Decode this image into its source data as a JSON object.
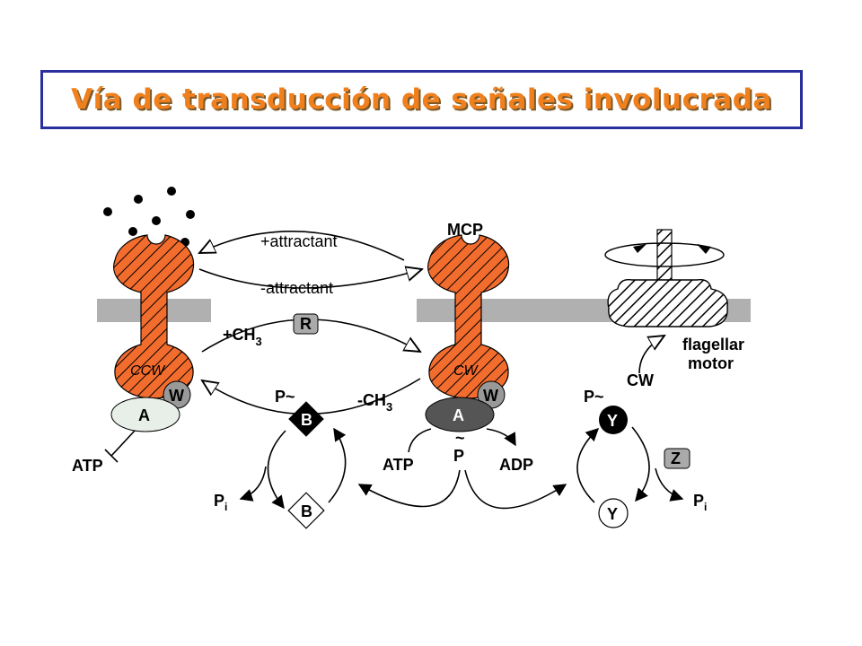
{
  "title": "Vía de transducción de señales involucrada",
  "colors": {
    "title": "#f0801e",
    "title_border": "#2a2f9c",
    "receptor": "#f26c2e",
    "membrane": "#b0b0b0"
  },
  "diagram": {
    "receptor_left_state": "CCW",
    "receptor_right_state": "CW",
    "mcp_label": "MCP",
    "plus_attractant": "+attractant",
    "minus_attractant": "-attractant",
    "plus_ch3": "+CH",
    "minus_ch3": "-CH",
    "ch3_subscript": "3",
    "r_label": "R",
    "w_label": "W",
    "a_label": "A",
    "atp_label": "ATP",
    "adp_label": "ADP",
    "p_label": "P",
    "p_tilde": "P~",
    "tilde": "~",
    "b_label": "B",
    "pi_label": "P",
    "pi_sub": "i",
    "y_label": "Y",
    "z_label": "Z",
    "cw_label": "CW",
    "motor_label_1": "flagellar",
    "motor_label_2": "motor"
  }
}
